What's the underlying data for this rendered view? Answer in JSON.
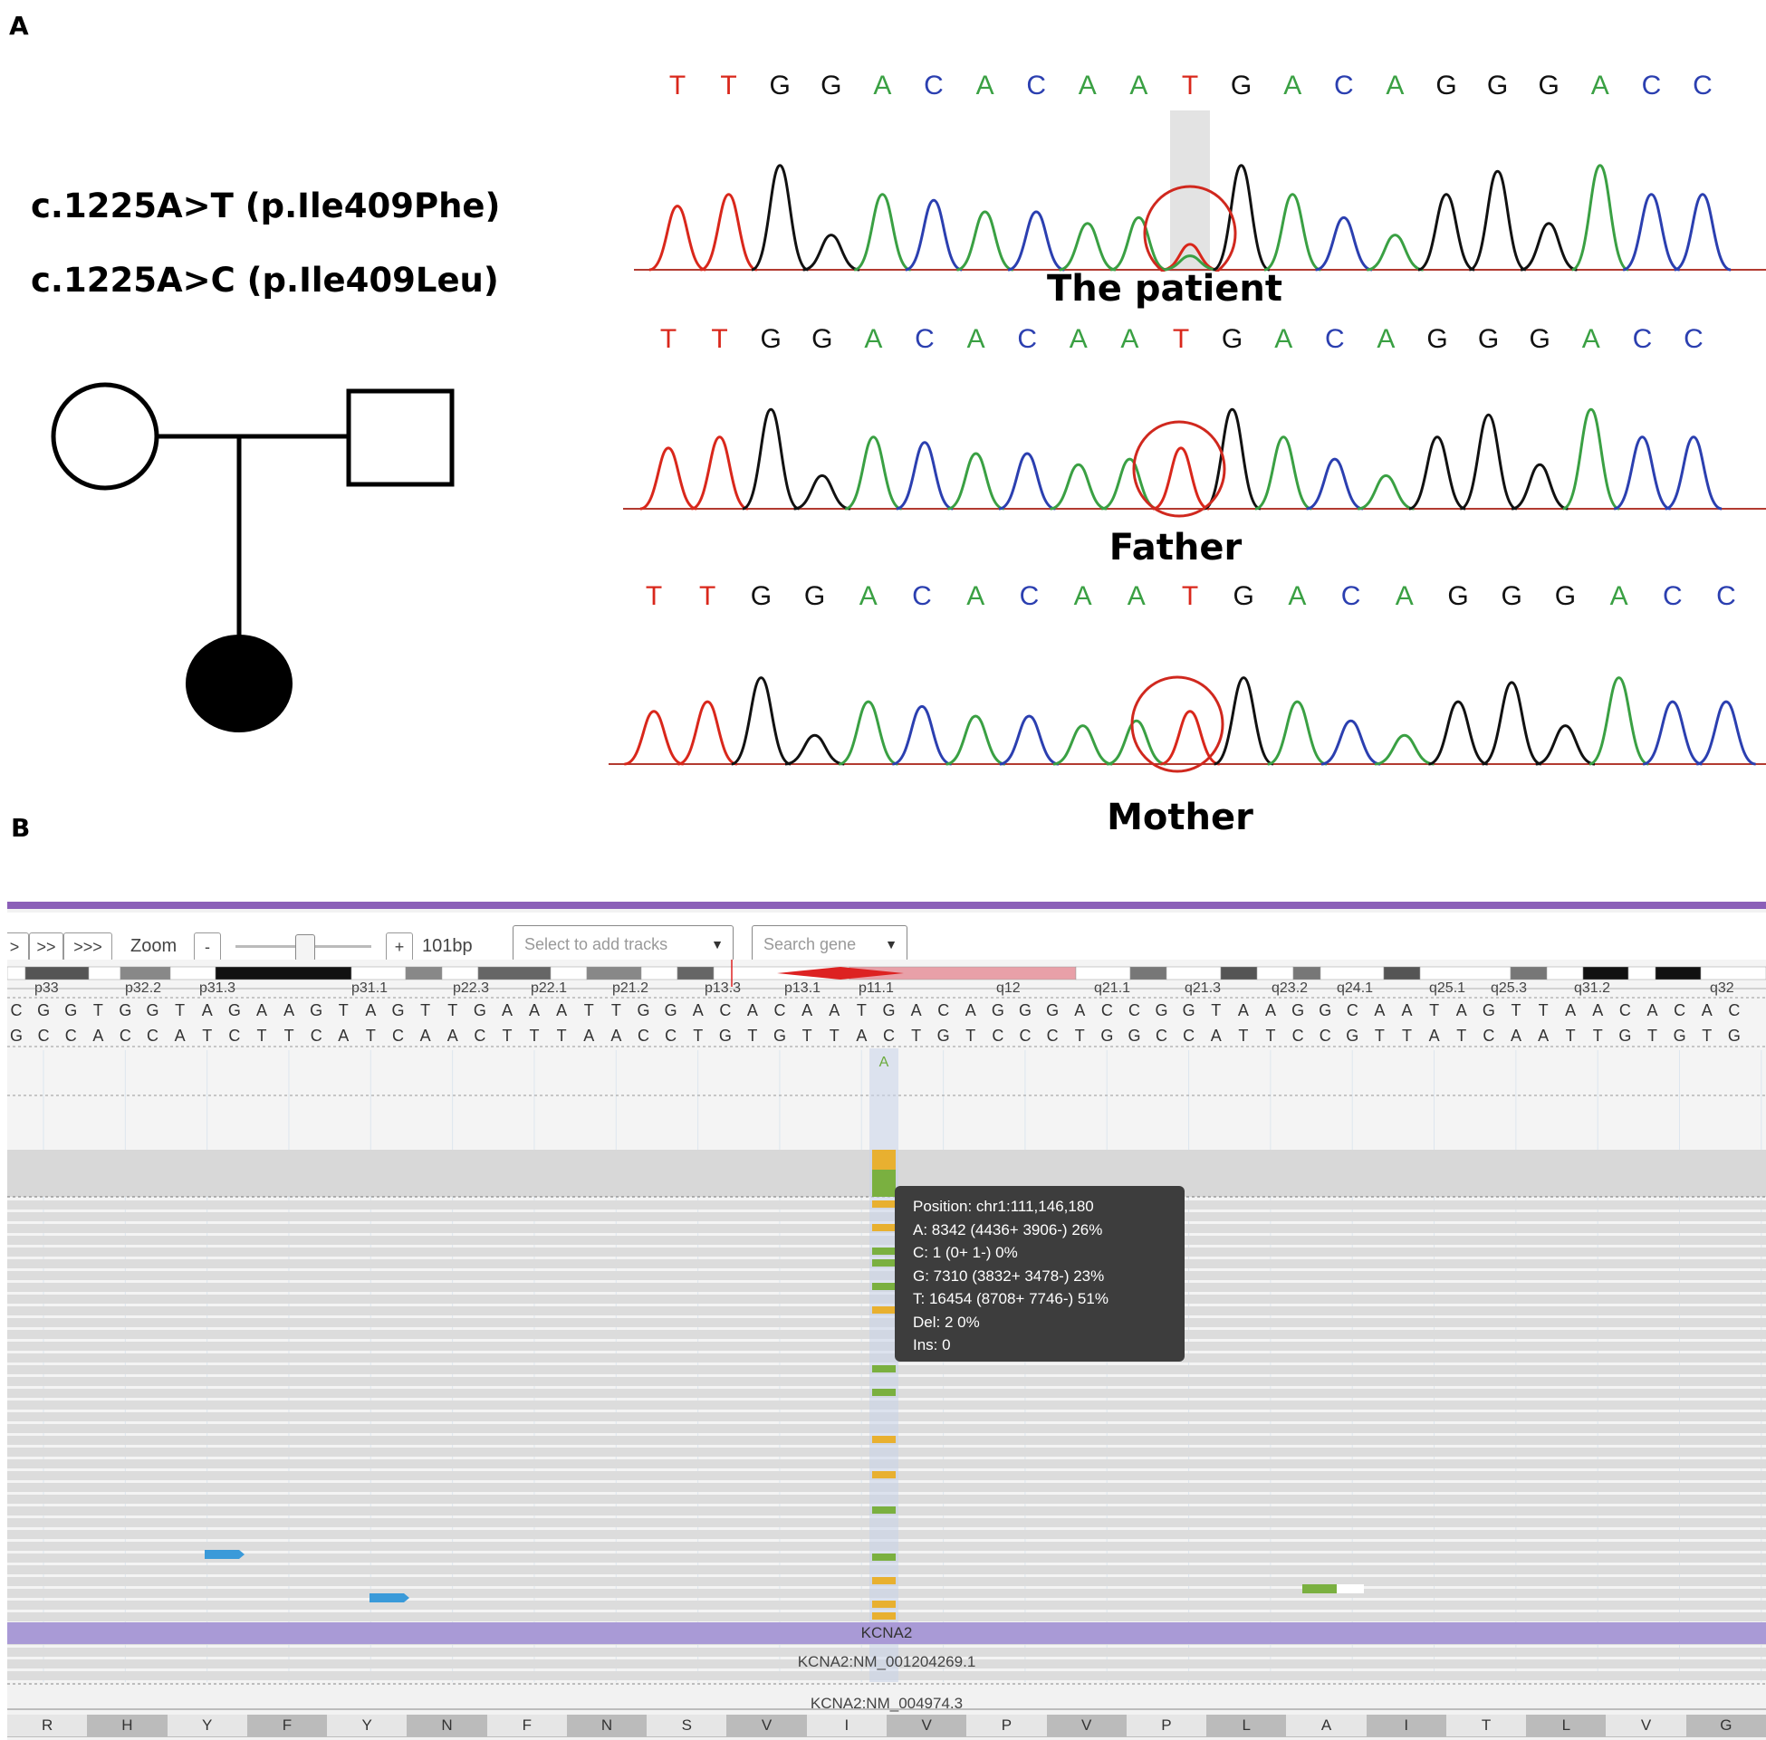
{
  "panel_a": {
    "letter": "A",
    "mutations": [
      "c.1225A>T (p.Ile409Phe)",
      "c.1225A>C (p.Ile409Leu)"
    ],
    "traces": [
      {
        "label": "The patient",
        "bases": [
          "T",
          "T",
          "G",
          "G",
          "A",
          "C",
          "A",
          "C",
          "A",
          "A",
          "T",
          "G",
          "A",
          "C",
          "A",
          "G",
          "G",
          "G",
          "A",
          "C",
          "C"
        ]
      },
      {
        "label": "Father",
        "bases": [
          "T",
          "T",
          "G",
          "G",
          "A",
          "C",
          "A",
          "C",
          "A",
          "A",
          "T",
          "G",
          "A",
          "C",
          "A",
          "G",
          "G",
          "G",
          "A",
          "C",
          "C"
        ]
      },
      {
        "label": "Mother",
        "bases": [
          "T",
          "T",
          "G",
          "G",
          "A",
          "C",
          "A",
          "C",
          "A",
          "A",
          "T",
          "G",
          "A",
          "C",
          "A",
          "G",
          "G",
          "G",
          "A",
          "C",
          "C"
        ]
      }
    ],
    "base_colors": {
      "A": "#3aa043",
      "C": "#2b3fb0",
      "G": "#111111",
      "T": "#d9271b"
    }
  },
  "panel_b": {
    "letter": "B",
    "toolbar": {
      "nav": [
        ">",
        ">>",
        ">>>"
      ],
      "zoom_label": "Zoom",
      "zoom_minus": "-",
      "zoom_plus": "+",
      "span": "101bp",
      "tracks_placeholder": "Select to add tracks",
      "gene_placeholder": "Search gene"
    },
    "bands": [
      "p33",
      "p32.2",
      "p31.3",
      "p31.1",
      "p22.3",
      "p22.1",
      "p21.2",
      "p13.3",
      "p13.1",
      "p11.1",
      "q12",
      "q21.1",
      "q21.3",
      "q23.2",
      "q24.1",
      "q25.1",
      "q25.3",
      "q31.2",
      "q32"
    ],
    "forward_seq": "CGGTGGTAGAAGTAGTTGAAATTGGACACAATGACAGGGACCGGTAAGGCAATAGTTAACACAC",
    "reverse_seq": "GCCACCATCTTCATCAACTTTAACCTGTGTTACTGTCCCTGGCCATTCCGTTATCAATTGTGTG",
    "ref_marker": "A",
    "tooltip": [
      "Position: chr1:111,146,180",
      "A: 8342 (4436+ 3906-) 26%",
      "C: 1 (0+ 1-) 0%",
      "G: 7310 (3832+ 3478-) 23%",
      "T: 16454 (8708+ 7746-) 51%",
      "Del: 2 0%",
      "Ins: 0"
    ],
    "gene": "KCNA2",
    "transcripts": [
      "KCNA2:NM_001204269.1",
      "KCNA2:NM_004974.3"
    ],
    "amino_acids": [
      "R",
      "H",
      "Y",
      "F",
      "Y",
      "N",
      "F",
      "N",
      "S",
      "V",
      "I",
      "V",
      "P",
      "V",
      "P",
      "L",
      "A",
      "I",
      "T",
      "L",
      "V",
      "G"
    ]
  }
}
